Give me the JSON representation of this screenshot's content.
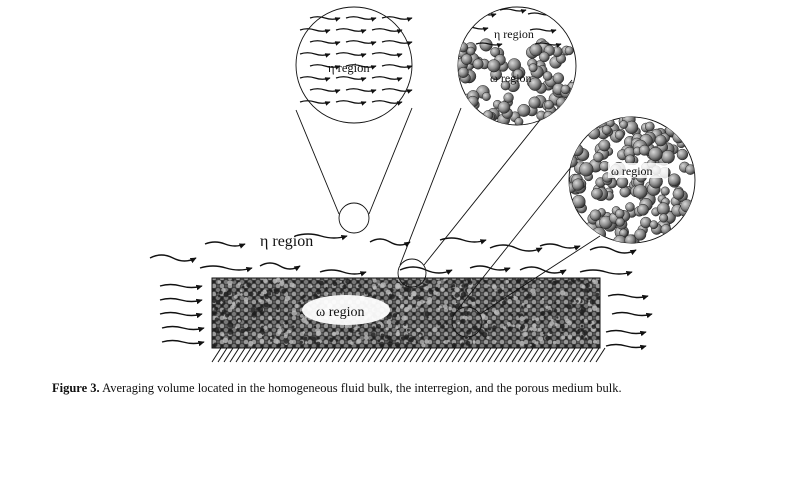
{
  "labels": {
    "eta_main": "η region",
    "omega_main": "ω region",
    "eta_zoom1": "η region",
    "eta_zoom2": "η region",
    "omega_zoom2": "ω region",
    "omega_zoom3": "ω region"
  },
  "caption": {
    "label": "Figure 3.",
    "text": " Averaging volume located in the homogeneous fluid bulk, the interregion, and the porous medium bulk."
  },
  "colors": {
    "ink": "#111111",
    "bed": "#2c2c2c",
    "grain_light": "#9a9a9a",
    "grain_dark": "#3a3a3a"
  }
}
